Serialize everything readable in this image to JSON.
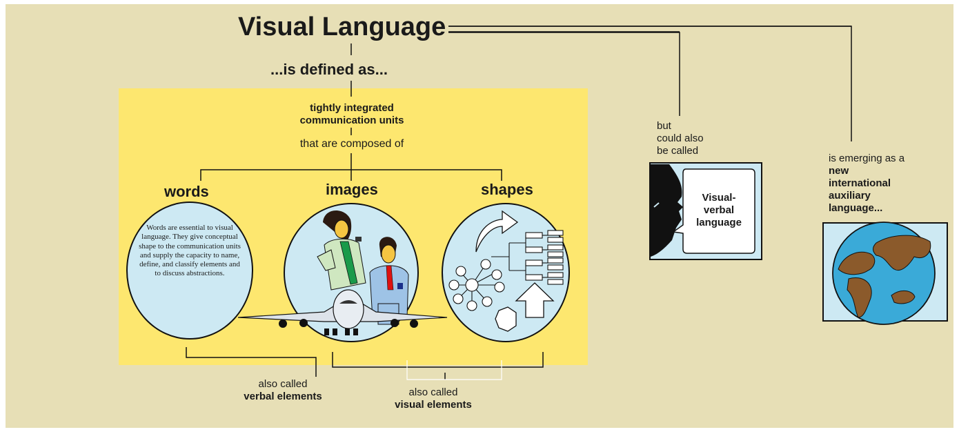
{
  "diagram": {
    "title": "Visual Language",
    "defined_as": "...is defined as...",
    "units_line1": "tightly integrated",
    "units_line2": "communication units",
    "composed_of": "that are composed of",
    "categories": {
      "words": "words",
      "images": "images",
      "shapes": "shapes"
    },
    "words_description": "Words are essential to visual language. They give conceptual shape to the communication units and supply the capacity to name, define, and classify elements and to discuss abstractions.",
    "verbal_line1": "also called",
    "verbal_line2": "verbal elements",
    "visual_line1": "also called",
    "visual_line2": "visual elements",
    "but_line1": "but",
    "but_line2": "could also",
    "but_line3": "be called",
    "bubble_line1": "Visual-",
    "bubble_line2": "verbal",
    "bubble_line3": "language",
    "emerging_line1": "is emerging as a",
    "emerging_line2": "new",
    "emerging_line3": "international",
    "emerging_line4": "auxiliary",
    "emerging_line5": "language..."
  },
  "colors": {
    "background": "#e7dfb6",
    "yellow_panel": "#fde76f",
    "circle_fill": "#cde9f3",
    "ocean": "#3aaad8",
    "land": "#8b5a2b"
  },
  "icons": [
    "airplane-icon",
    "people-icon",
    "curved-arrow-icon",
    "tree-diagram-icon",
    "network-icon",
    "up-arrow-icon",
    "hexagon-icon",
    "face-profile-icon",
    "globe-icon"
  ]
}
